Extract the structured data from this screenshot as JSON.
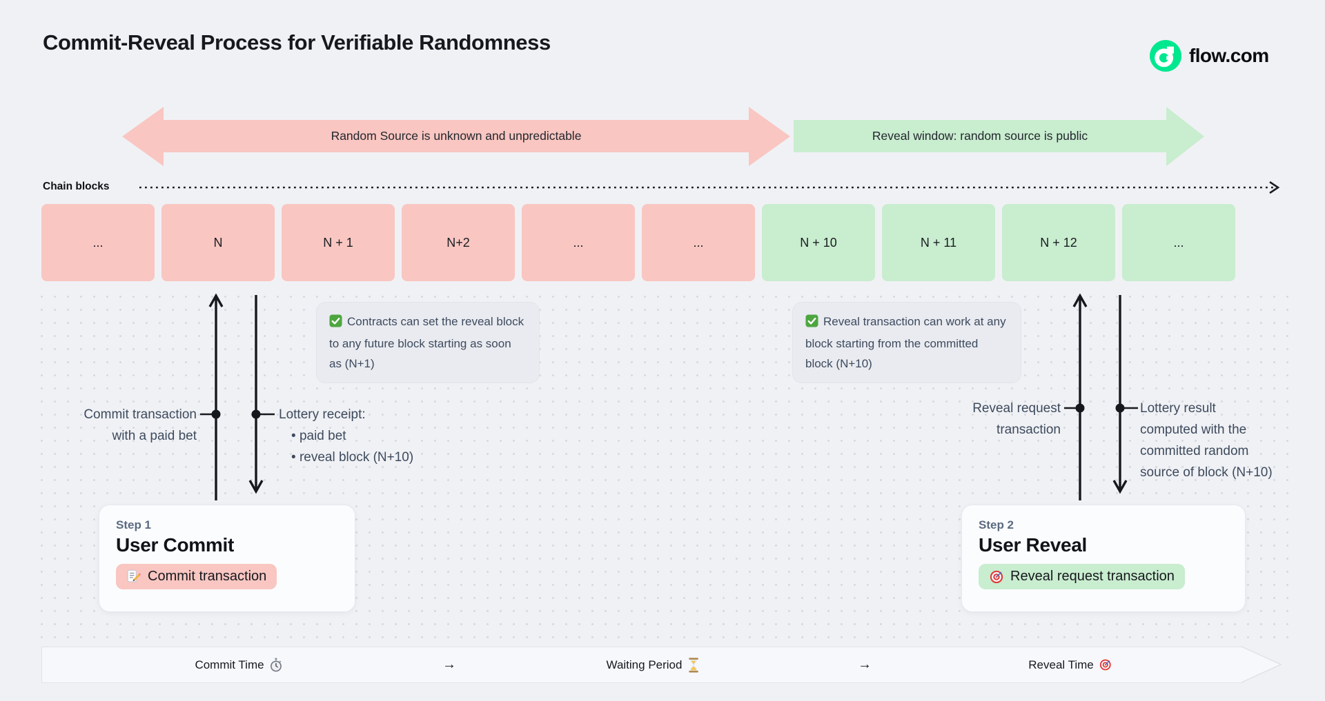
{
  "header": {
    "title": "Commit-Reveal Process for Verifiable Randomness",
    "brand": {
      "name": "flow.com",
      "logo_color": "#00E88F"
    }
  },
  "phase_arrows": {
    "commit_phase": {
      "label": "Random Source is unknown and unpredictable",
      "color": "#F9C6C1"
    },
    "reveal_phase": {
      "label": "Reveal window: random source is public",
      "color": "#C9EDCF"
    }
  },
  "chain": {
    "label": "Chain blocks",
    "blocks": [
      {
        "label": "...",
        "phase": "commit"
      },
      {
        "label": "N",
        "phase": "commit"
      },
      {
        "label": "N + 1",
        "phase": "commit"
      },
      {
        "label": "N+2",
        "phase": "commit"
      },
      {
        "label": "...",
        "phase": "commit"
      },
      {
        "label": "...",
        "phase": "commit"
      },
      {
        "label": "N + 10",
        "phase": "reveal"
      },
      {
        "label": "N + 11",
        "phase": "reveal"
      },
      {
        "label": "N + 12",
        "phase": "reveal"
      },
      {
        "label": "...",
        "phase": "reveal"
      }
    ]
  },
  "notes": {
    "commit_note": {
      "icon": "check-icon",
      "text": "Contracts can set the reveal block to any future block starting as soon as (N+1)"
    },
    "reveal_note": {
      "icon": "check-icon",
      "text": "Reveal transaction can work at any block starting from the committed block (N+10)"
    }
  },
  "callouts": {
    "commit_up": {
      "line1": "Commit transaction",
      "line2": "with a paid bet"
    },
    "receipt_down": {
      "title": "Lottery receipt:",
      "bullets": [
        "paid bet",
        "reveal block (N+10)"
      ],
      "bullet_glyph": "•"
    },
    "reveal_up": {
      "line1": "Reveal request",
      "line2": "transaction"
    },
    "result_down": {
      "line1": "Lottery result",
      "line2": "computed with the",
      "line3": "committed random",
      "line4": "source of block (N+10)"
    }
  },
  "steps": {
    "step1": {
      "eyebrow": "Step 1",
      "title": "User Commit",
      "badge_label": "Commit transaction",
      "badge_icon": "memo-icon",
      "badge_color": "#F9C6C1"
    },
    "step2": {
      "eyebrow": "Step 2",
      "title": "User Reveal",
      "badge_label": "Reveal request transaction",
      "badge_icon": "target-icon",
      "badge_color": "#C9EDCF"
    }
  },
  "timeline": {
    "commit": {
      "label": "Commit Time",
      "icon": "stopwatch-icon"
    },
    "arrow1": "→",
    "waiting": {
      "label": "Waiting Period",
      "icon": "hourglass-icon"
    },
    "arrow2": "→",
    "reveal": {
      "label": "Reveal Time",
      "icon": "target-icon"
    }
  }
}
